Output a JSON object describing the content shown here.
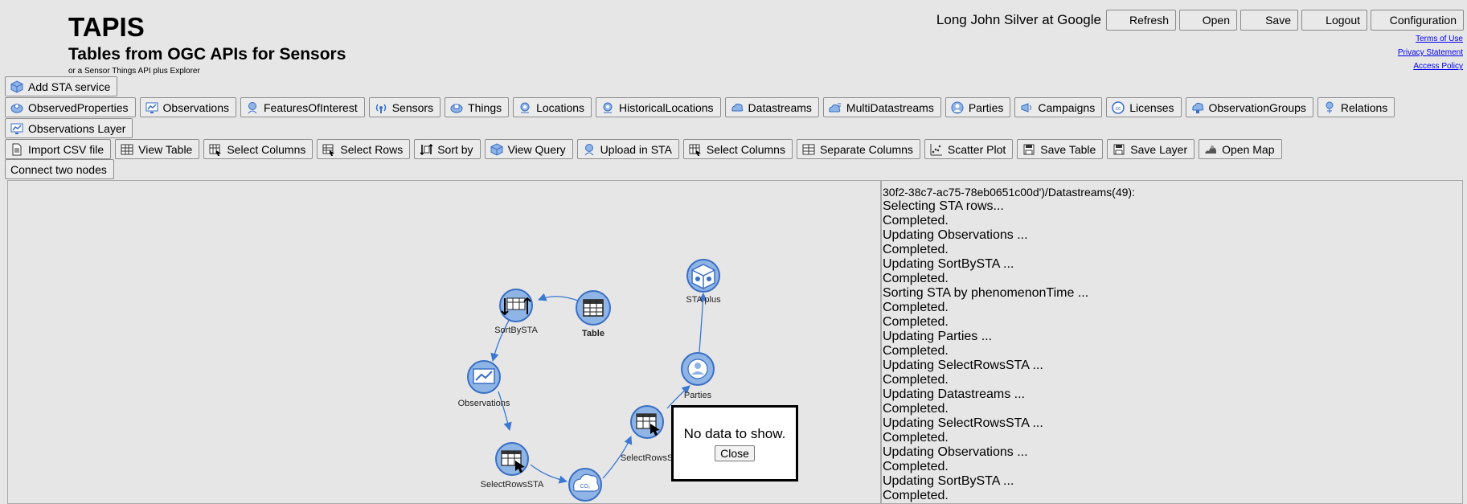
{
  "header": {
    "title": "TAPIS",
    "subtitle": "Tables from OGC APIs for Sensors",
    "tagline": "or a Sensor Things API plus Explorer",
    "user": "Long John Silver at Google",
    "buttons": {
      "refresh": "Refresh",
      "open": "Open",
      "save": "Save",
      "logout": "Logout",
      "configuration": "Configuration"
    },
    "links": {
      "terms": "Terms of Use",
      "privacy": "Privacy Statement",
      "access": "Access Policy"
    }
  },
  "toolbar": {
    "row1": [
      {
        "label": "Add STA service",
        "icon": "sta-service-icon"
      }
    ],
    "row2": [
      {
        "label": "ObservedProperties",
        "icon": "observed-properties-icon"
      },
      {
        "label": "Observations",
        "icon": "observations-icon"
      },
      {
        "label": "FeaturesOfInterest",
        "icon": "features-of-interest-icon"
      },
      {
        "label": "Sensors",
        "icon": "sensors-icon"
      },
      {
        "label": "Things",
        "icon": "things-icon"
      },
      {
        "label": "Locations",
        "icon": "locations-icon"
      },
      {
        "label": "HistoricalLocations",
        "icon": "historical-locations-icon"
      },
      {
        "label": "Datastreams",
        "icon": "datastreams-icon"
      },
      {
        "label": "MultiDatastreams",
        "icon": "multi-datastreams-icon"
      },
      {
        "label": "Parties",
        "icon": "parties-icon"
      },
      {
        "label": "Campaigns",
        "icon": "campaigns-icon"
      },
      {
        "label": "Licenses",
        "icon": "licenses-icon"
      },
      {
        "label": "ObservationGroups",
        "icon": "observation-groups-icon"
      },
      {
        "label": "Relations",
        "icon": "relations-icon"
      }
    ],
    "row3": [
      {
        "label": "Observations Layer",
        "icon": "observations-layer-icon"
      }
    ],
    "row4": [
      {
        "label": "Import CSV file",
        "icon": "import-csv-icon"
      },
      {
        "label": "View Table",
        "icon": "view-table-icon"
      },
      {
        "label": "Select Columns",
        "icon": "select-columns-icon"
      },
      {
        "label": "Select Rows",
        "icon": "select-rows-icon"
      },
      {
        "label": "Sort by",
        "icon": "sort-icon"
      },
      {
        "label": "View Query",
        "icon": "view-query-icon"
      },
      {
        "label": "Upload in STA",
        "icon": "upload-icon"
      },
      {
        "label": "Select Columns",
        "icon": "select-columns-icon"
      },
      {
        "label": "Separate Columns",
        "icon": "separate-columns-icon"
      },
      {
        "label": "Scatter Plot",
        "icon": "scatter-plot-icon"
      },
      {
        "label": "Save Table",
        "icon": "save-icon"
      },
      {
        "label": "Save Layer",
        "icon": "save-icon"
      },
      {
        "label": "Open Map",
        "icon": "open-map-icon"
      }
    ],
    "row5": [
      {
        "label": "Connect two nodes"
      }
    ]
  },
  "graph": {
    "nodes": {
      "sortby": "SortBySTA",
      "table": "Table",
      "staplus": "STA plus",
      "parties": "Parties",
      "observations": "Observations",
      "selectrows2": "SelectRowsST",
      "selectrows1": "SelectRowsSTA"
    },
    "popup": {
      "message": "No data to show.",
      "close": "Close"
    }
  },
  "log": {
    "clipped_line": "30f2-38c7-ac75-78eb0651c00d')/Datastreams(49):",
    "lines": [
      "Selecting STA rows...",
      "Completed.",
      "Updating Observations ...",
      "Completed.",
      "Updating SortBySTA ...",
      "Completed.",
      "Sorting STA by phenomenonTime ...",
      "Completed.",
      "Completed.",
      "Updating Parties ...",
      "Completed.",
      "Updating SelectRowsSTA ...",
      "Completed.",
      "Updating Datastreams ...",
      "Completed.",
      "Updating SelectRowsSTA ...",
      "Completed.",
      "Updating Observations ...",
      "Completed.",
      "Updating SortBySTA ...",
      "Completed."
    ]
  },
  "colors": {
    "node_fill": "#8fb4e6",
    "node_stroke": "#3a6fc4",
    "edge": "#3a78d4",
    "background": "#e6e6e6"
  }
}
